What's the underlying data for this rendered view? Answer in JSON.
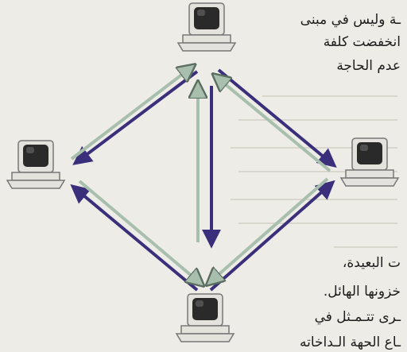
{
  "text_top_right": [
    "ـة وليس في مبنى",
    "انخفضت كلفة",
    "عدم الحاجة"
  ],
  "text_bottom_right": [
    "ت البعيدة،",
    "خزونها الهائل.",
    "ـرى تتـمـثل في",
    "ـاع الحهة الـداخاته"
  ],
  "diagram": {
    "nodes": [
      {
        "id": "top",
        "label": "computer-top"
      },
      {
        "id": "left",
        "label": "computer-left"
      },
      {
        "id": "right",
        "label": "computer-right"
      },
      {
        "id": "bottom",
        "label": "computer-bottom"
      }
    ],
    "colors": {
      "dark_arrow": "#3a2f7a",
      "light_arrow": "#8fa89a",
      "monitor": "#e4e2dc",
      "screen": "#2a2a2a"
    }
  }
}
